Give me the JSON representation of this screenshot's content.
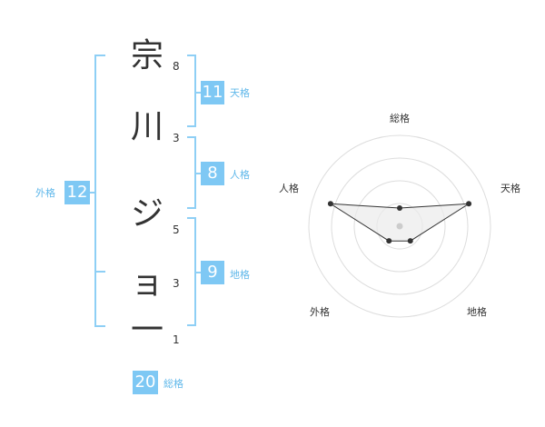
{
  "name_chars": [
    "宗",
    "川",
    "ジ",
    "ョ",
    "一"
  ],
  "strokes": [
    "8",
    "3",
    "5",
    "3",
    "1"
  ],
  "tenkaku": {
    "value": "11",
    "label": "天格"
  },
  "jinkaku": {
    "value": "8",
    "label": "人格"
  },
  "chikaku": {
    "value": "9",
    "label": "地格"
  },
  "gaikaku": {
    "value": "12",
    "label": "外格"
  },
  "soukaku": {
    "value": "20",
    "label": "総格"
  },
  "radar": {
    "axes": [
      "総格",
      "天格",
      "地格",
      "外格",
      "人格"
    ],
    "values": [
      0.2,
      0.8,
      0.2,
      0.2,
      0.8
    ],
    "rings": 4
  },
  "colors": {
    "accent": "#7ec8f4",
    "bracket": "#8ecff5",
    "label": "#60b8ea"
  }
}
